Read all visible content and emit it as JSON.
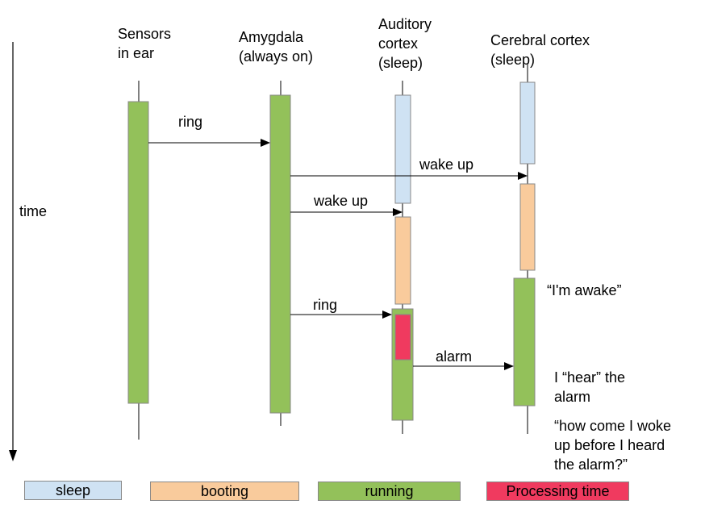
{
  "lanes": [
    {
      "title_line1": "Sensors",
      "title_line2": "in ear",
      "title_line3": ""
    },
    {
      "title_line1": "Amygdala",
      "title_line2": "(always on)",
      "title_line3": ""
    },
    {
      "title_line1": "Auditory",
      "title_line2": "cortex",
      "title_line3": "(sleep)"
    },
    {
      "title_line1": "Cerebral cortex",
      "title_line2": "(sleep)",
      "title_line3": ""
    }
  ],
  "time_label": "time",
  "messages": {
    "ring_1": "ring",
    "wake_up_cerebral": "wake up",
    "wake_up_auditory": "wake up",
    "ring_2": "ring",
    "alarm": "alarm"
  },
  "annotations": {
    "awake": "“I'm awake”",
    "hear_line1": "I “hear” the",
    "hear_line2": "alarm",
    "question_line1": "“how come I woke",
    "question_line2": "up before I heard",
    "question_line3": "the alarm?”"
  },
  "legend": {
    "sleep": "sleep",
    "booting": "booting",
    "running": "running",
    "processing": "Processing time"
  },
  "colors": {
    "sleep": "#cfe2f3",
    "booting": "#f9cb9c",
    "running": "#93c15a",
    "processing": "#f03a5f",
    "border": "#888888",
    "line": "#000000"
  }
}
